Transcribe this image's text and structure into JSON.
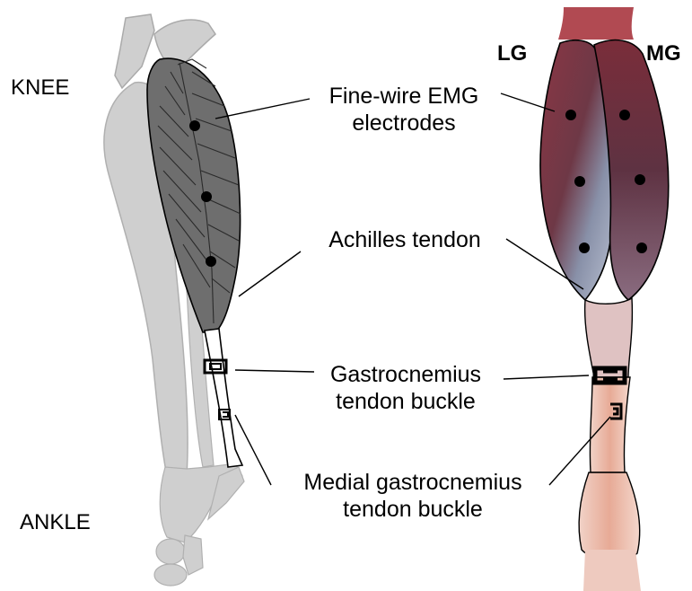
{
  "labels": {
    "knee": "KNEE",
    "ankle": "ANKLE",
    "lg": "LG",
    "mg": "MG",
    "emg_line1": "Fine-wire EMG",
    "emg_line2": "electrodes",
    "achilles": "Achilles tendon",
    "gastroc_line1": "Gastrocnemius",
    "gastroc_line2": "tendon buckle",
    "medial_line1": "Medial gastrocnemius",
    "medial_line2": "tendon buckle"
  },
  "colors": {
    "bone": "#cfcfcf",
    "muscle_schematic": "#6e6e6e",
    "muscle_photo": "#7a3a44",
    "muscle_sheen": "#9aa4b8",
    "tissue_photo": "#e9b8a8",
    "outline": "#000000"
  }
}
